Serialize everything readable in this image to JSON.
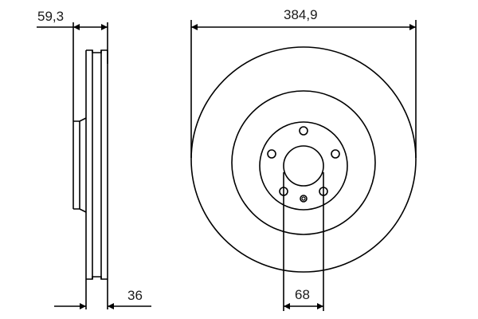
{
  "drawing": {
    "subject": "brake disc technical drawing",
    "line_color": "#000000",
    "background": "#ffffff"
  },
  "dimensions": {
    "hub_height": {
      "value": "59,3"
    },
    "disc_thickness": {
      "value": "36"
    },
    "outer_diameter": {
      "value": "384,9"
    },
    "center_bore": {
      "value": "68"
    }
  },
  "front_view": {
    "bolt_holes": 5,
    "locating_holes": 1
  }
}
